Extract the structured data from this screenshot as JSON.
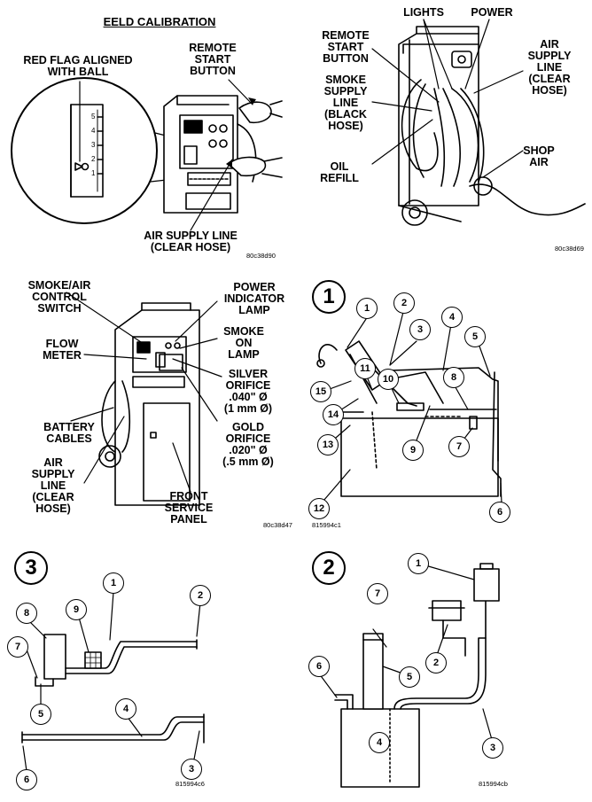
{
  "panel_calibration": {
    "title": "EELD CALIBRATION",
    "labels": {
      "red_flag": "RED FLAG ALIGNED\nWITH BALL",
      "remote_start": "REMOTE\nSTART\nBUTTON",
      "air_supply": "AIR SUPPLY LINE\n(CLEAR HOSE)"
    },
    "scale_ticks": [
      "5",
      "4",
      "3",
      "2",
      "1"
    ],
    "figure_code": "80c38d90"
  },
  "panel_machine": {
    "labels": {
      "lights": "LIGHTS",
      "power": "POWER",
      "remote_start": "REMOTE\nSTART\nBUTTON",
      "air_supply": "AIR\nSUPPLY\nLINE\n(CLEAR\nHOSE)",
      "smoke_supply": "SMOKE\nSUPPLY\nLINE\n(BLACK\nHOSE)",
      "shop_air": "SHOP\nAIR",
      "oil_refill": "OIL\nREFILL"
    },
    "figure_code": "80c38d69"
  },
  "panel_controls": {
    "labels": {
      "smoke_air_switch": "SMOKE/AIR\nCONTROL\nSWITCH",
      "power_lamp": "POWER\nINDICATOR\nLAMP",
      "smoke_lamp": "SMOKE\nON\nLAMP",
      "flow_meter": "FLOW\nMETER",
      "silver_orifice": "SILVER\nORIFICE\n.040\" Ø\n(1 mm Ø)",
      "battery_cables": "BATTERY\nCABLES",
      "gold_orifice": "GOLD\nORIFICE\n.020\" Ø\n(.5 mm Ø)",
      "air_supply": "AIR\nSUPPLY\nLINE\n(CLEAR\nHOSE)",
      "front_panel": "FRONT\nSERVICE\nPANEL"
    },
    "figure_code": "80c38d47"
  },
  "panel_1": {
    "badge": "1",
    "callouts": [
      "1",
      "2",
      "3",
      "4",
      "5",
      "6",
      "7",
      "8",
      "9",
      "10",
      "11",
      "12",
      "13",
      "14",
      "15"
    ],
    "figure_code": "815994c1"
  },
  "panel_3": {
    "badge": "3",
    "callouts": [
      "1",
      "2",
      "3",
      "4",
      "5",
      "6",
      "7",
      "8",
      "9"
    ],
    "figure_code": "815994c6"
  },
  "panel_2": {
    "badge": "2",
    "callouts": [
      "1",
      "2",
      "3",
      "4",
      "5",
      "6",
      "7"
    ],
    "figure_code": "815994cb"
  }
}
